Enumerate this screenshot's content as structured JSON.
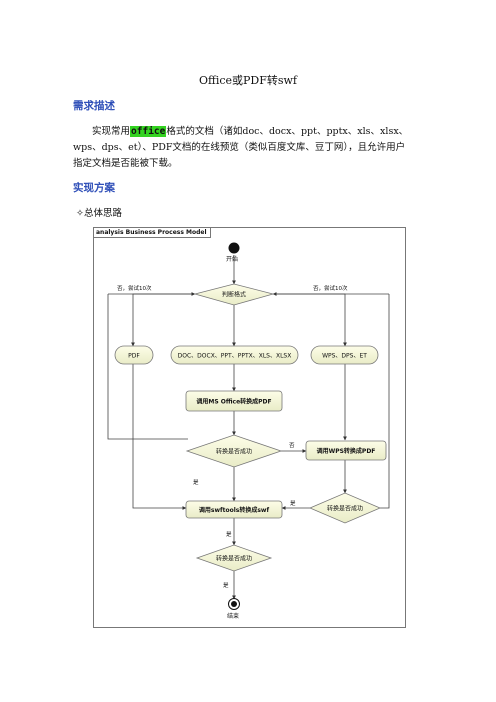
{
  "doc": {
    "title": "Office或PDF转swf",
    "section1": "需求描述",
    "para_prefix": "实现常用",
    "para_highlight": "office",
    "para_line1_rest": "格式的文档（诸如doc、docx、ppt、pptx、xls、xlsx、",
    "para_line2": "wps、dps、et）、PDF文档的在线预览（类似百度文库、豆丁网），且允许用户",
    "para_line3": "指定文档是否能被下载。",
    "section2": "实现方案",
    "bullet_glyph": "✧",
    "bullet_text": "总体思路"
  },
  "diagram": {
    "frame_label": "analysis Business Process Model",
    "start": "开始",
    "decision_format": "判断格式",
    "node_pdf": "PDF",
    "node_doc": "DOC、DOCX、PPT、PPTX、XLS、XLSX",
    "node_wps": "WPS、DPS、ET",
    "node_msoffice": "调用MS Office转换成PDF",
    "decision_success1": "转换是否成功",
    "node_wps_convert": "调用WPS转换成PDF",
    "decision_success2": "转换是否成功",
    "node_swftools": "调用swftools转换成swf",
    "decision_success3": "转换是否成功",
    "end": "结束",
    "label_retry_left": "否，尝试10次",
    "label_retry_right": "否，尝试10次",
    "label_no": "否",
    "label_yes1": "是",
    "label_yes2": "是",
    "label_yes3": "是",
    "label_yes4": "是"
  }
}
